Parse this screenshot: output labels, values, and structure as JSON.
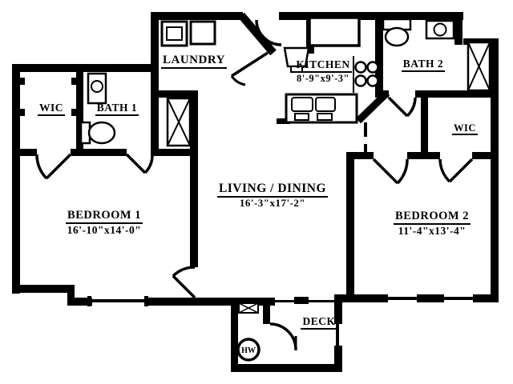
{
  "plan": {
    "background": "#ffffff",
    "wall_color": "#000000",
    "rooms": {
      "laundry": {
        "label": "LAUNDRY"
      },
      "wic_left": {
        "label": "WIC"
      },
      "bath1": {
        "label": "BATH 1"
      },
      "kitchen": {
        "label": "KITCHEN",
        "dims": "8'-9\"x9'-3\""
      },
      "bath2": {
        "label": "BATH 2"
      },
      "wic_right": {
        "label": "WIC"
      },
      "living_dining": {
        "label": "LIVING / DINING",
        "dims": "16'-3\"x17'-2\""
      },
      "bedroom1": {
        "label": "BEDROOM 1",
        "dims": "16'-10\"x14'-0\""
      },
      "bedroom2": {
        "label": "BEDROOM 2",
        "dims": "11'-4\"x13'-4\""
      },
      "deck": {
        "label": "DECK"
      }
    },
    "fixtures": {
      "water_heater": {
        "label": "HW"
      }
    }
  }
}
